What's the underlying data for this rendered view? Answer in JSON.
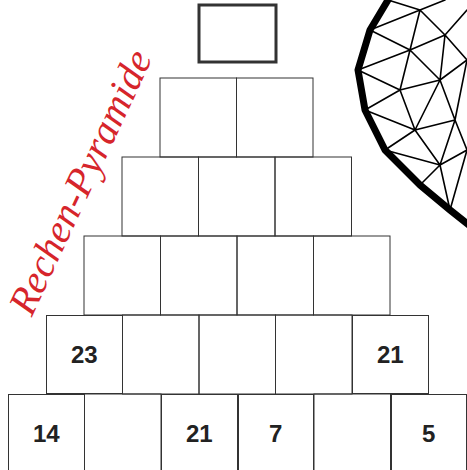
{
  "diagram": {
    "title": "Rechen-Pyramide",
    "nodes": [
      {
        "text": [
          "23"
        ]
      },
      {
        "text": [
          "21"
        ]
      },
      {
        "text": [
          "14"
        ]
      },
      {
        "text": [
          "21"
        ]
      },
      {
        "text": [
          "7"
        ]
      },
      {
        "text": [
          "5"
        ]
      }
    ]
  }
}
